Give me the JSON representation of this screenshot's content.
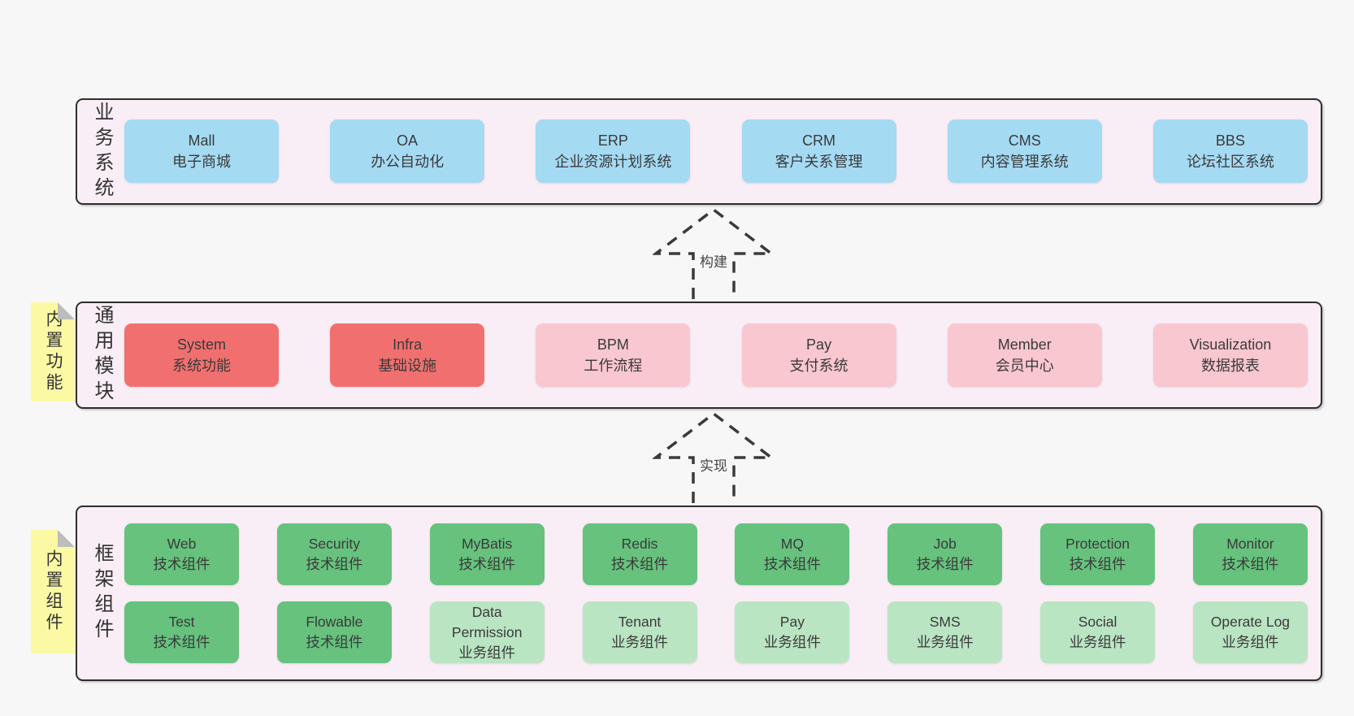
{
  "colors": {
    "page_bg": "#f7f7f7",
    "section_bg": "#f9edf6",
    "section_border": "#2e2e2e",
    "blue": "#a5daf3",
    "red": "#f1706f",
    "pink": "#f9c7d0",
    "green": "#66c27d",
    "green_light": "#bae5c3",
    "tag_yellow": "#fbf9a4",
    "tag_fold": "#bdbdbd",
    "arrow": "#3a3a3a"
  },
  "arrows": [
    {
      "label": "构建",
      "direction": "up"
    },
    {
      "label": "实现",
      "direction": "up"
    }
  ],
  "sections": {
    "business": {
      "label": "业务系统",
      "boxes": [
        {
          "name": "Mall",
          "desc": "电子商城",
          "variant": "blue"
        },
        {
          "name": "OA",
          "desc": "办公自动化",
          "variant": "blue"
        },
        {
          "name": "ERP",
          "desc": "企业资源计划系统",
          "variant": "blue"
        },
        {
          "name": "CRM",
          "desc": "客户关系管理",
          "variant": "blue"
        },
        {
          "name": "CMS",
          "desc": "内容管理系统",
          "variant": "blue"
        },
        {
          "name": "BBS",
          "desc": "论坛社区系统",
          "variant": "blue"
        }
      ]
    },
    "modules": {
      "label": "通用模块",
      "tag": "内置功能",
      "boxes": [
        {
          "name": "System",
          "desc": "系统功能",
          "variant": "red"
        },
        {
          "name": "Infra",
          "desc": "基础设施",
          "variant": "red"
        },
        {
          "name": "BPM",
          "desc": "工作流程",
          "variant": "pink"
        },
        {
          "name": "Pay",
          "desc": "支付系统",
          "variant": "pink"
        },
        {
          "name": "Member",
          "desc": "会员中心",
          "variant": "pink"
        },
        {
          "name": "Visualization",
          "desc": "数据报表",
          "variant": "pink"
        }
      ]
    },
    "components": {
      "label": "框架组件",
      "tag": "内置组件",
      "rows": [
        [
          {
            "name": "Web",
            "desc": "技术组件",
            "variant": "green"
          },
          {
            "name": "Security",
            "desc": "技术组件",
            "variant": "green"
          },
          {
            "name": "MyBatis",
            "desc": "技术组件",
            "variant": "green"
          },
          {
            "name": "Redis",
            "desc": "技术组件",
            "variant": "green"
          },
          {
            "name": "MQ",
            "desc": "技术组件",
            "variant": "green"
          },
          {
            "name": "Job",
            "desc": "技术组件",
            "variant": "green"
          },
          {
            "name": "Protection",
            "desc": "技术组件",
            "variant": "green"
          },
          {
            "name": "Monitor",
            "desc": "技术组件",
            "variant": "green"
          }
        ],
        [
          {
            "name": "Test",
            "desc": "技术组件",
            "variant": "green"
          },
          {
            "name": "Flowable",
            "desc": "技术组件",
            "variant": "green"
          },
          {
            "name": "Data Permission",
            "desc": "业务组件",
            "variant": "green-light"
          },
          {
            "name": "Tenant",
            "desc": "业务组件",
            "variant": "green-light"
          },
          {
            "name": "Pay",
            "desc": "业务组件",
            "variant": "green-light"
          },
          {
            "name": "SMS",
            "desc": "业务组件",
            "variant": "green-light"
          },
          {
            "name": "Social",
            "desc": "业务组件",
            "variant": "green-light"
          },
          {
            "name": "Operate Log",
            "desc": "业务组件",
            "variant": "green-light"
          }
        ]
      ]
    }
  }
}
